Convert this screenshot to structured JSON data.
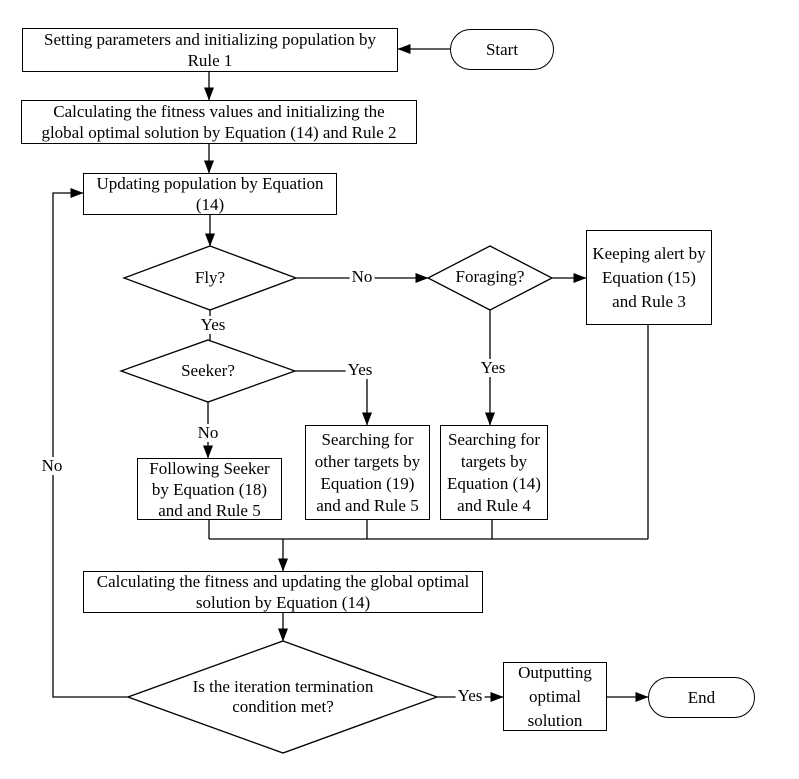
{
  "diagram": {
    "type": "flowchart",
    "colors": {
      "stroke": "#000000",
      "background": "#ffffff",
      "text": "#000000"
    },
    "nodes": {
      "start": {
        "shape": "terminator",
        "label": "Start"
      },
      "init_population": {
        "shape": "process",
        "label": "Setting parameters and initializing population by\nRule 1"
      },
      "init_fitness": {
        "shape": "process",
        "label": "Calculating the fitness values and initializing the\nglobal optimal solution by Equation (14) and Rule 2"
      },
      "update_population": {
        "shape": "process",
        "label": "Updating population by Equation\n(14)"
      },
      "fly": {
        "shape": "decision",
        "label": "Fly?"
      },
      "foraging": {
        "shape": "decision",
        "label": "Foraging?"
      },
      "keeping_alert": {
        "shape": "process",
        "label": "Keeping alert by\nEquation (15)\nand Rule 3"
      },
      "seeker": {
        "shape": "decision",
        "label": "Seeker?"
      },
      "following_seeker": {
        "shape": "process",
        "label": "Following Seeker\nby Equation (18)\nand and Rule 5"
      },
      "search_other": {
        "shape": "process",
        "label": "Searching for\nother targets by\nEquation (19)\nand and Rule 5"
      },
      "search_targets": {
        "shape": "process",
        "label": "Searching for\ntargets by\nEquation (14)\nand Rule 4"
      },
      "update_fitness": {
        "shape": "process",
        "label": "Calculating the fitness and updating the global optimal\nsolution by Equation (14)"
      },
      "termination": {
        "shape": "decision",
        "label": "Is the iteration termination\ncondition met?"
      },
      "output": {
        "shape": "process",
        "label": "Outputting\noptimal\nsolution"
      },
      "end": {
        "shape": "terminator",
        "label": "End"
      }
    },
    "edge_labels": {
      "fly_yes": "Yes",
      "fly_no": "No",
      "seeker_yes": "Yes",
      "seeker_no": "No",
      "foraging_yes": "Yes",
      "termination_yes": "Yes",
      "termination_no": "No"
    }
  }
}
